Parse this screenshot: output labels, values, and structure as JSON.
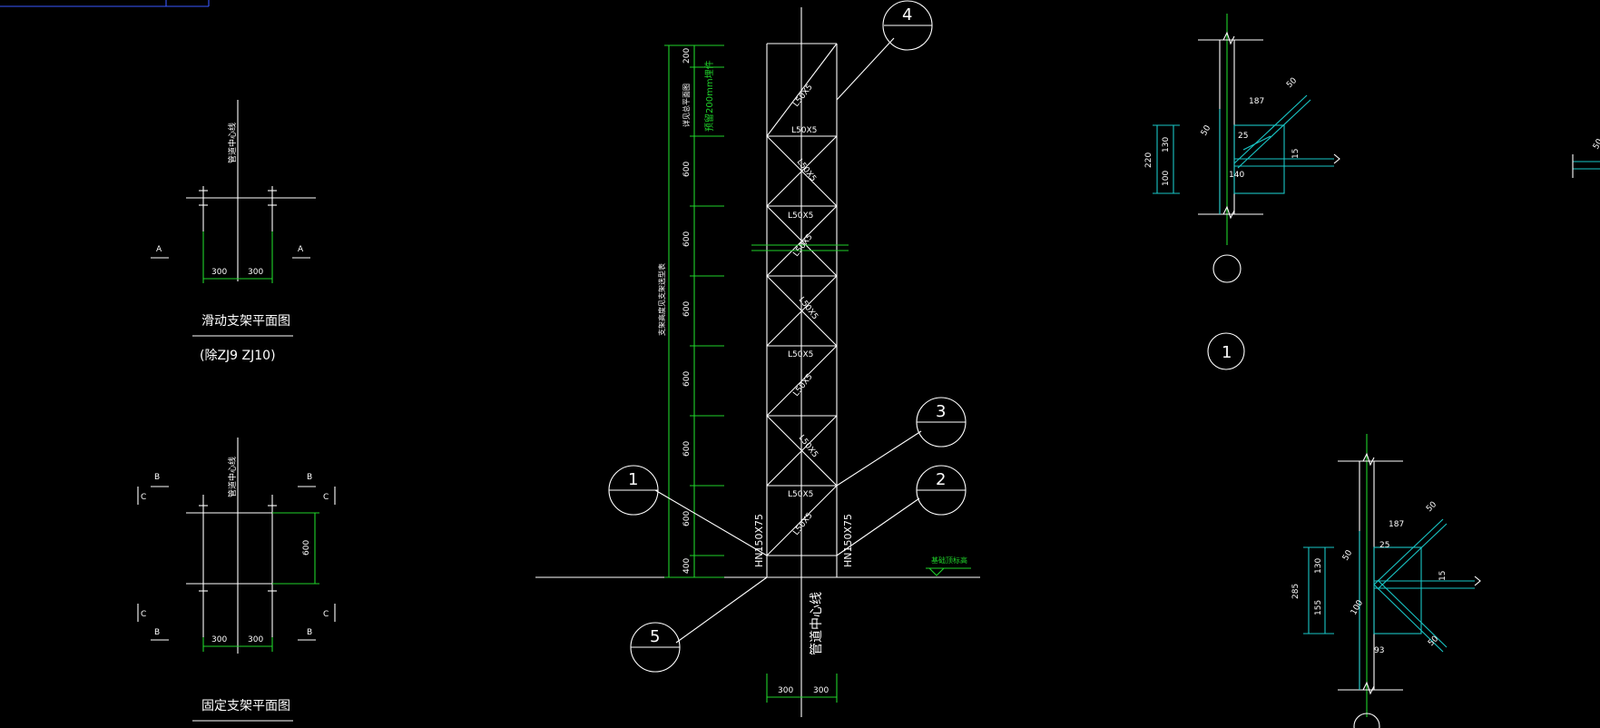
{
  "colors": {
    "background": "#000000",
    "line": "#ffffff",
    "dimension": "#1fd22a",
    "detail": "#19c6c6"
  },
  "sliding_plan": {
    "title": "滑动支架平面图",
    "subtitle": "(除ZJ9 ZJ10)",
    "centerline_label": "管道中心线",
    "section_mark": "A",
    "dims": [
      "300",
      "300"
    ]
  },
  "fixed_plan": {
    "title": "固定支架平面图",
    "centerline_label": "管道中心线",
    "section_b": "B",
    "section_c": "C",
    "dims": [
      "300",
      "300",
      "600"
    ]
  },
  "elevation": {
    "callouts": [
      "1",
      "2",
      "3",
      "4",
      "5"
    ],
    "column_label": "HN150X75",
    "angle_label": "L50X5",
    "level_label": "管道中心线",
    "ground_label": "基础顶标高",
    "dims_bottom": [
      "300",
      "300"
    ],
    "dims_vertical": [
      "200",
      "600",
      "600",
      "600",
      "600",
      "600",
      "600",
      "400"
    ],
    "vertical_note_1": "详见总平面图",
    "vertical_note_2": "预留200mm埋件",
    "vertical_note_3": "支架高度见支架选型表"
  },
  "detail_1": {
    "callout": "1",
    "dims": [
      "187",
      "25",
      "50",
      "130",
      "220",
      "100",
      "15",
      "140",
      "50"
    ]
  },
  "detail_2": {
    "dims": [
      "187",
      "25",
      "50",
      "130",
      "285",
      "155",
      "93",
      "15",
      "50",
      "100",
      "50"
    ]
  },
  "edge_mark": "50"
}
